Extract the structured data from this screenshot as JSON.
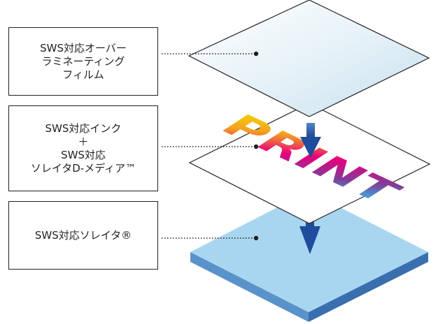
{
  "labels": {
    "film": [
      "SWS対応オーバー",
      "ラミネーティング",
      "フィルム"
    ],
    "ink": [
      "SWS対応インク",
      "＋",
      "SWS対応",
      "ソレイタD-メディア™"
    ],
    "plate": [
      "SWS対応ソレイタ®"
    ]
  },
  "print_text": "PRINT",
  "colors": {
    "outline": "#231f20",
    "film_light": "#ffffff",
    "film_dark": "#c6e0ee",
    "plate_top": "#a8d6f0",
    "plate_side_left": "#5a92ca",
    "plate_side_right": "#3a6fae",
    "arrow": "#1f4c9c",
    "print_gradient": [
      "#f7e400",
      "#f4a21e",
      "#e6007e",
      "#7f3f98",
      "#00a0e9"
    ]
  }
}
